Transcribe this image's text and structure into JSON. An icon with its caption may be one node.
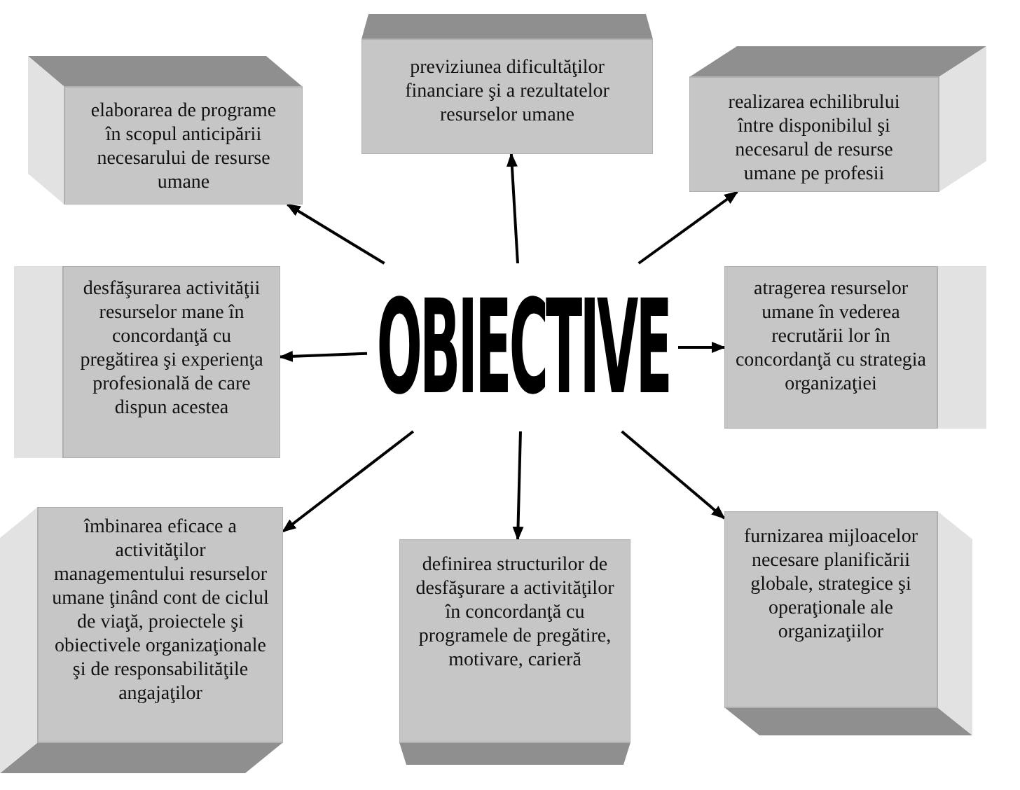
{
  "diagram": {
    "nodes": [
      {
        "text": [
          "OBIECTIVE"
        ]
      },
      {
        "text": [
          "elaborarea de programe în scopul anticipării necesarului de  resurse umane"
        ]
      },
      {
        "text": [
          "previziunea dificultăţilor financiare şi a rezultatelor resurselor umane"
        ]
      },
      {
        "text": [
          "realizarea echilibrului între disponibilul şi necesarul de resurse umane pe profesii"
        ]
      },
      {
        "text": [
          "desfăşurarea activităţii resurselor mane în concordanţă cu pregătirea şi experienţa profesională de care dispun acestea"
        ]
      },
      {
        "text": [
          "atragerea resurselor umane în vederea recrutării lor în concordanţă cu strategia organizaţiei"
        ]
      },
      {
        "text": [
          "îmbinarea eficace a activităţilor managementului resurselor umane ţinând cont de ciclul de viaţă, proiectele şi obiectivele organizaţionale şi de responsabilităţile angajaţilor"
        ]
      },
      {
        "text": [
          "definirea structurilor de desfăşurare a activităţilor în concordanţă cu programele de pregătire, motivare, carieră"
        ]
      },
      {
        "text": [
          "furnizarea mijloacelor necesare planificării globale, strategice şi operaţionale ale organizaţiilor"
        ]
      }
    ],
    "edges": [
      {
        "from": 0,
        "to": 1,
        "arrow": "to"
      },
      {
        "from": 0,
        "to": 2,
        "arrow": "to"
      },
      {
        "from": 0,
        "to": 3,
        "arrow": "to"
      },
      {
        "from": 0,
        "to": 4,
        "arrow": "to"
      },
      {
        "from": 0,
        "to": 5,
        "arrow": "to"
      },
      {
        "from": 0,
        "to": 6,
        "arrow": "to"
      },
      {
        "from": 0,
        "to": 7,
        "arrow": "to"
      },
      {
        "from": 0,
        "to": 8,
        "arrow": "to"
      }
    ]
  }
}
